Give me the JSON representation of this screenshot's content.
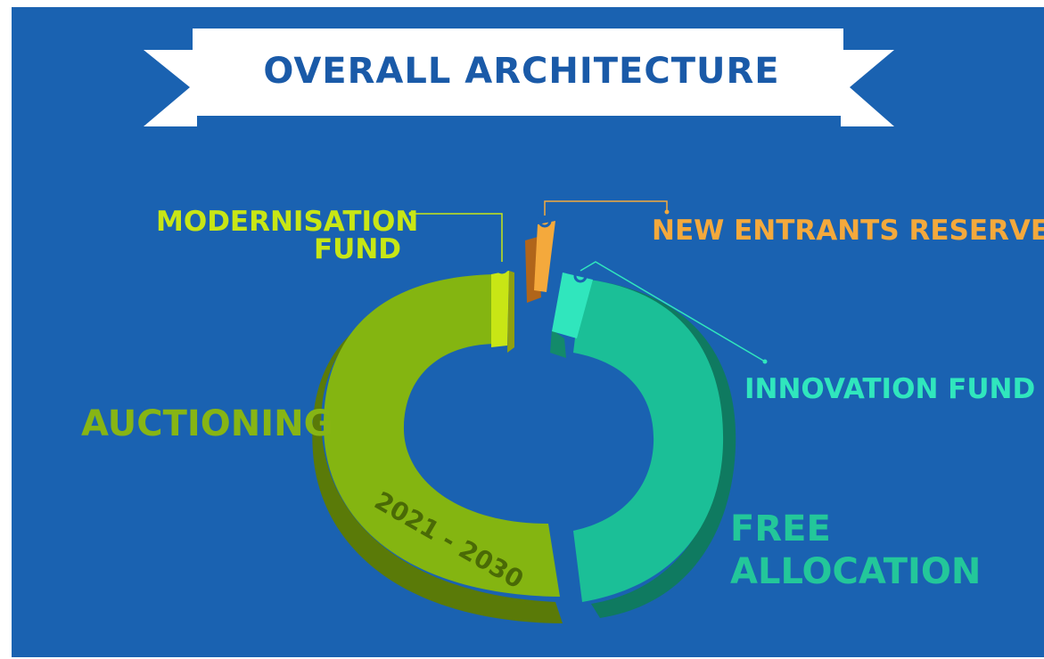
{
  "title": "OVERALL ARCHITECTURE",
  "period": "2021 - 2030",
  "segments": {
    "modernisation": {
      "label_line1": "MODERNISATION",
      "label_line2": "FUND",
      "color": "#c8e615"
    },
    "new_entrants": {
      "label": "NEW ENTRANTS RESERVE",
      "color": "#f4a93c"
    },
    "innovation": {
      "label": "INNOVATION FUND",
      "color": "#30e6bd"
    },
    "auctioning": {
      "label": "AUCTIONING",
      "color": "#87b514"
    },
    "free_allocation": {
      "label_line1": "FREE",
      "label_line2": "ALLOCATION",
      "color": "#1bbf97"
    }
  },
  "colors": {
    "background": "#1a62b1",
    "banner": "#ffffff",
    "title": "#1a5aa8"
  }
}
